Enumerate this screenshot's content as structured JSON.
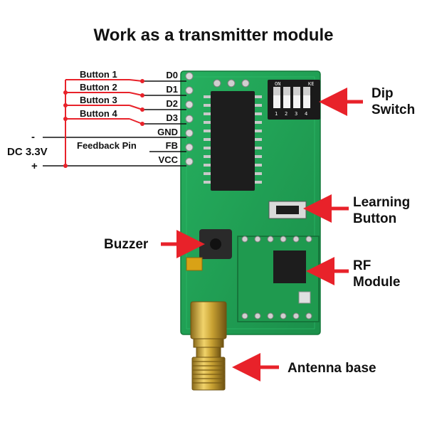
{
  "title": "Work as a transmitter module",
  "pins": [
    {
      "label": "D0",
      "button": "Button 1"
    },
    {
      "label": "D1",
      "button": "Button 2"
    },
    {
      "label": "D2",
      "button": "Button 3"
    },
    {
      "label": "D3",
      "button": "Button 4"
    },
    {
      "label": "GND"
    },
    {
      "label": "FB"
    },
    {
      "label": "VCC"
    }
  ],
  "power": {
    "label": "DC 3.3V",
    "minus": "-",
    "plus": "+"
  },
  "feedback_label": "Feedback Pin",
  "callouts": {
    "dip": [
      "Dip",
      "Switch"
    ],
    "learning": [
      "Learning",
      "Button"
    ],
    "buzzer": "Buzzer",
    "rf": [
      "RF",
      "Module"
    ],
    "antenna": "Antenna base"
  },
  "dip_labels": {
    "on": "ON",
    "ke": "KE",
    "numbers": [
      "1",
      "2",
      "3",
      "4"
    ]
  },
  "colors": {
    "pcb": "#21a055",
    "wire": "#e8222a",
    "arrow": "#e8222a",
    "brass": "#c9a233"
  }
}
